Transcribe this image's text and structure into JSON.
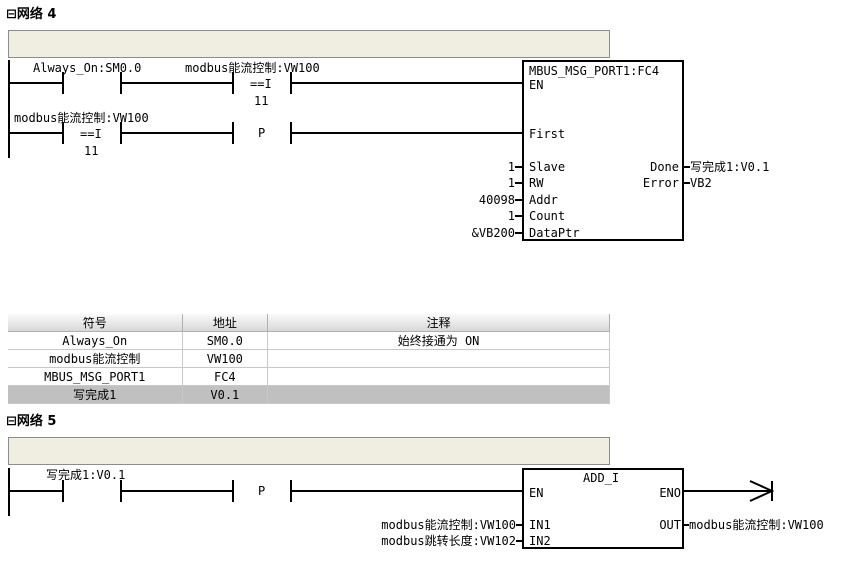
{
  "network4": {
    "title": "网络 4",
    "contact1": {
      "label": "Always_On:SM0.0"
    },
    "compare1": {
      "label": "modbus能流控制:VW100",
      "op": "==I",
      "value": "11"
    },
    "compare2": {
      "label": "modbus能流控制:VW100",
      "op": "==I",
      "value": "11"
    },
    "edge1": {
      "label": "P"
    },
    "block": {
      "title": "MBUS_MSG_PORT1:FC4",
      "en": "EN",
      "first": "First",
      "inputs": [
        {
          "pin": "Slave",
          "value": "1"
        },
        {
          "pin": "RW",
          "value": "1"
        },
        {
          "pin": "Addr",
          "value": "40098"
        },
        {
          "pin": "Count",
          "value": "1"
        },
        {
          "pin": "DataPtr",
          "value": "&VB200"
        }
      ],
      "outputs": [
        {
          "pin": "Done",
          "value": "写完成1:V0.1"
        },
        {
          "pin": "Error",
          "value": "VB2"
        }
      ]
    }
  },
  "symbol_table": {
    "headers": [
      "符号",
      "地址",
      "注释"
    ],
    "rows": [
      {
        "symbol": "Always_On",
        "address": "SM0.0",
        "comment": "始终接通为 ON"
      },
      {
        "symbol": "modbus能流控制",
        "address": "VW100",
        "comment": ""
      },
      {
        "symbol": "MBUS_MSG_PORT1",
        "address": "FC4",
        "comment": ""
      },
      {
        "symbol": "写完成1",
        "address": "V0.1",
        "comment": ""
      }
    ]
  },
  "network5": {
    "title": "网络 5",
    "contact1": {
      "label": "写完成1:V0.1"
    },
    "edge1": {
      "label": "P"
    },
    "block": {
      "title": "ADD_I",
      "en": "EN",
      "eno": "ENO",
      "inputs": [
        {
          "pin": "IN1",
          "value": "modbus能流控制:VW100"
        },
        {
          "pin": "IN2",
          "value": "modbus跳转长度:VW102"
        }
      ],
      "outputs": [
        {
          "pin": "OUT",
          "value": "modbus能流控制:VW100"
        }
      ]
    }
  },
  "colors": {
    "comment_bg": "#f0eee0",
    "selected_row": "#c0c0c0"
  }
}
